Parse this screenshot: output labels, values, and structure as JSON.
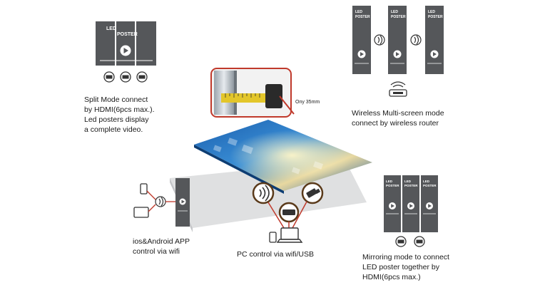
{
  "split_mode": {
    "poster_text": "LED\nPOSTER",
    "caption": "Split Mode connect\nby HDMI(6pcs max.).\nLed posters display\na complete video."
  },
  "wireless_mode": {
    "poster_text": "LED\nPOSTER",
    "caption": "Wireless Multi-screen mode\nconnect by wireless router"
  },
  "thickness": {
    "label": "Ony 35mm"
  },
  "app_control": {
    "caption": "ios&Android APP\ncontrol via wifi"
  },
  "pc_control": {
    "caption": "PC control via wifi/USB"
  },
  "mirroring_mode": {
    "poster_text": "LED\nPOSTER",
    "caption": "Mirroring mode to connect\nLED poster together by\nHDMI(6pcs max.)"
  },
  "colors": {
    "poster_gray": "#55575a",
    "accent_red": "#c0392b",
    "screen_blue": "#1e6fb8"
  }
}
